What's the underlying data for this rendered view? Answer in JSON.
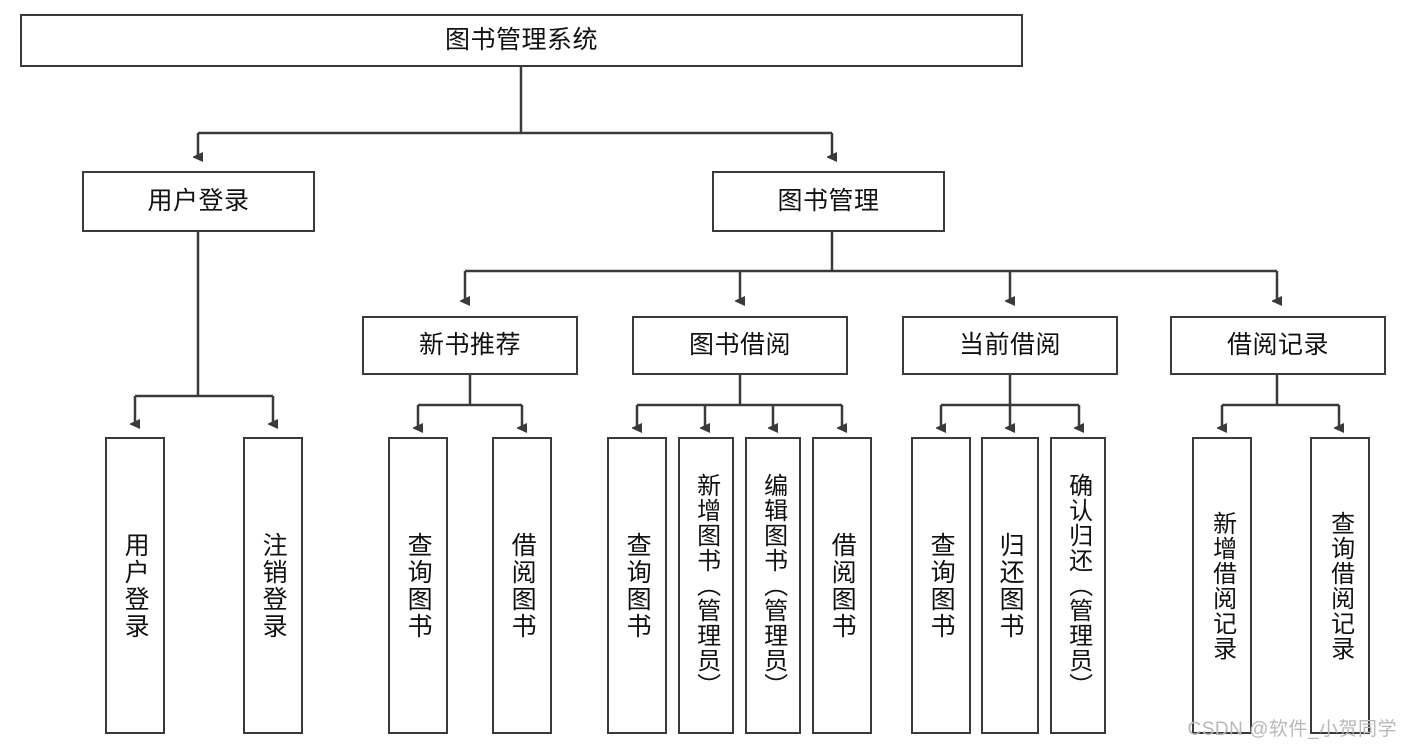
{
  "diagram": {
    "title": "图书管理系统",
    "watermark": "CSDN @软件_小贺同学",
    "level1": {
      "label": "图书管理系统"
    },
    "level2": [
      {
        "label": "用户登录"
      },
      {
        "label": "图书管理"
      }
    ],
    "level3": [
      {
        "label": "新书推荐"
      },
      {
        "label": "图书借阅"
      },
      {
        "label": "当前借阅"
      },
      {
        "label": "借阅记录"
      }
    ],
    "leaves": {
      "user_login": [
        {
          "label": "用户登录"
        },
        {
          "label": "注销登录"
        }
      ],
      "new_book": [
        {
          "label": "查询图书"
        },
        {
          "label": "借阅图书"
        }
      ],
      "book_borrow": [
        {
          "label": "查询图书"
        },
        {
          "label": "新增图书（管理员）"
        },
        {
          "label": "编辑图书（管理员）"
        },
        {
          "label": "借阅图书"
        }
      ],
      "current_borrow": [
        {
          "label": "查询图书"
        },
        {
          "label": "归还图书"
        },
        {
          "label": "确认归还（管理员）"
        }
      ],
      "borrow_record": [
        {
          "label": "新增借阅记录"
        },
        {
          "label": "查询借阅记录"
        }
      ]
    }
  },
  "colors": {
    "stroke": "#3a3a3a",
    "fill": "#ffffff",
    "text": "#111111",
    "watermark": "#b8b8b8"
  }
}
